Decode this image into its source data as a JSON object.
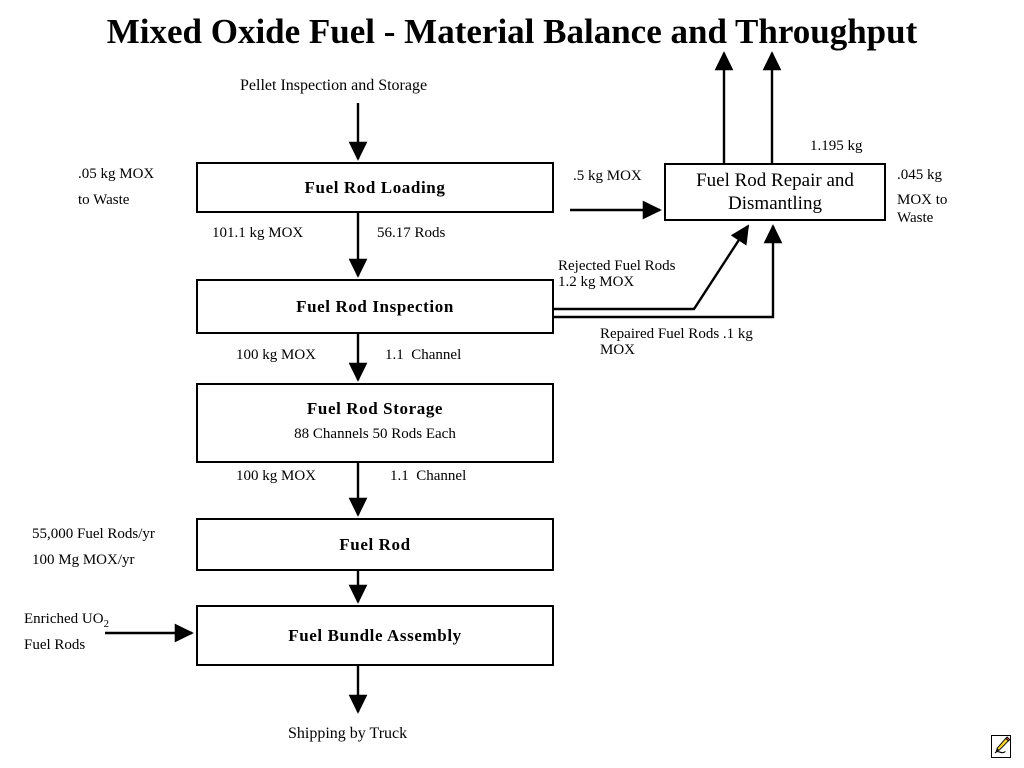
{
  "page": {
    "title": "Mixed Oxide Fuel - Material Balance and Throughput",
    "background": "#ffffff",
    "ink": "#000000"
  },
  "diagram": {
    "type": "process-flow",
    "top_label": "Pellet Inspection and Storage",
    "bottom_label": "Shipping by Truck",
    "boxes": [
      {
        "id": "fuel-rod-loading",
        "title": "Fuel Rod  Loading",
        "subtitle": ""
      },
      {
        "id": "fuel-rod-repair",
        "title": "Fuel Rod Repair and",
        "subtitle": "Dismantling"
      },
      {
        "id": "fuel-rod-inspection",
        "title": "Fuel Rod  Inspection",
        "subtitle": ""
      },
      {
        "id": "fuel-rod-storage",
        "title": "Fuel Rod Storage",
        "subtitle": "88 Channels 50 Rods Each"
      },
      {
        "id": "fuel-rod",
        "title": "Fuel Rod",
        "subtitle": ""
      },
      {
        "id": "fuel-bundle-assembly",
        "title": "Fuel Bundle  Assembly",
        "subtitle": ""
      }
    ],
    "flow_labels": {
      "loading_waste_l1": ".05 kg MOX",
      "loading_waste_l2": "to Waste",
      "loading_to_repair": ".5 kg MOX",
      "repair_vent": "1.195 kg",
      "repair_waste_l1": ".045 kg",
      "repair_waste_l2": "MOX to",
      "repair_waste_l3": "Waste",
      "loading_out_mass": "101.1 kg MOX",
      "loading_out_rods": "56.17 Rods",
      "rejected_l1": "Rejected Fuel Rods",
      "rejected_l2": "1.2 kg MOX",
      "repaired_l1": "Repaired Fuel Rods .1 kg",
      "repaired_l2": "MOX",
      "inspection_out_mass": "100 kg MOX",
      "inspection_out_channel": "1.1  Channel",
      "storage_out_mass": "100 kg MOX",
      "storage_out_channel": "1.1  Channel",
      "rate_l1": "55,000 Fuel Rods/yr",
      "rate_l2": "100 Mg MOX/yr",
      "uo2_l1_pre": "Enriched UO",
      "uo2_l1_sub": "2",
      "uo2_l2": "Fuel Rods"
    }
  },
  "footer": {
    "logo_icon": "pencil-edit-icon"
  }
}
